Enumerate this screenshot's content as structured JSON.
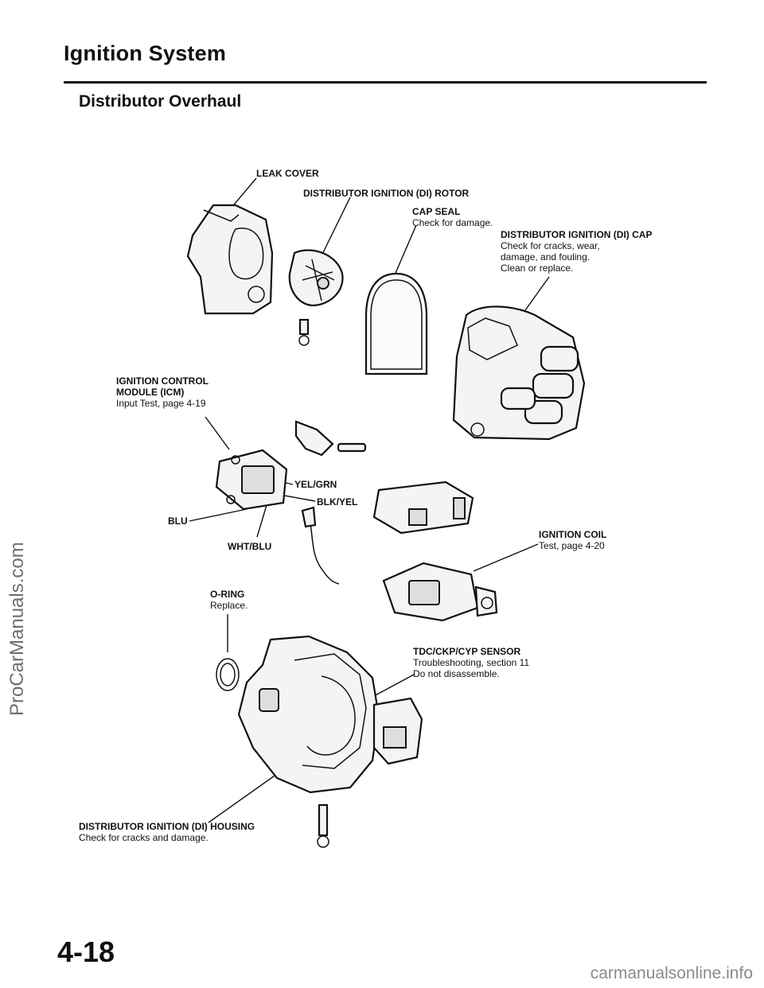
{
  "header": {
    "title": "Ignition System",
    "subtitle": "Distributor Overhaul"
  },
  "labels": {
    "leak_cover": "LEAK COVER",
    "rotor": "DISTRIBUTOR IGNITION (DI) ROTOR",
    "cap_seal_title": "CAP SEAL",
    "cap_seal_note": "Check for damage.",
    "cap_title": "DISTRIBUTOR IGNITION (DI) CAP",
    "cap_note_1": "Check for cracks, wear,",
    "cap_note_2": "damage, and fouling.",
    "cap_note_3": "Clean or replace.",
    "icm_title_1": "IGNITION CONTROL",
    "icm_title_2": "MODULE (ICM)",
    "icm_note": "Input Test, page 4-19",
    "yel_grn": "YEL/GRN",
    "blk_yel": "BLK/YEL",
    "blu": "BLU",
    "wht_blu": "WHT/BLU",
    "coil_title": "IGNITION COIL",
    "coil_note": "Test, page 4-20",
    "oring_title": "O-RING",
    "oring_note": "Replace.",
    "sensor_title": "TDC/CKP/CYP SENSOR",
    "sensor_note_1": "Troubleshooting, section 11",
    "sensor_note_2": "Do not disassemble.",
    "housing_title": "DISTRIBUTOR IGNITION (DI) HOUSING",
    "housing_note": "Check for cracks and damage."
  },
  "page_number": "4-18",
  "watermark_side": "ProCarManuals.com",
  "watermark_footer": "carmanualsonline.info",
  "icons": [
    "leak-cover",
    "rotor",
    "cap-seal",
    "distributor-cap",
    "ignition-control-module",
    "ignition-coil",
    "o-ring",
    "distributor-housing",
    "sensor",
    "screw"
  ]
}
